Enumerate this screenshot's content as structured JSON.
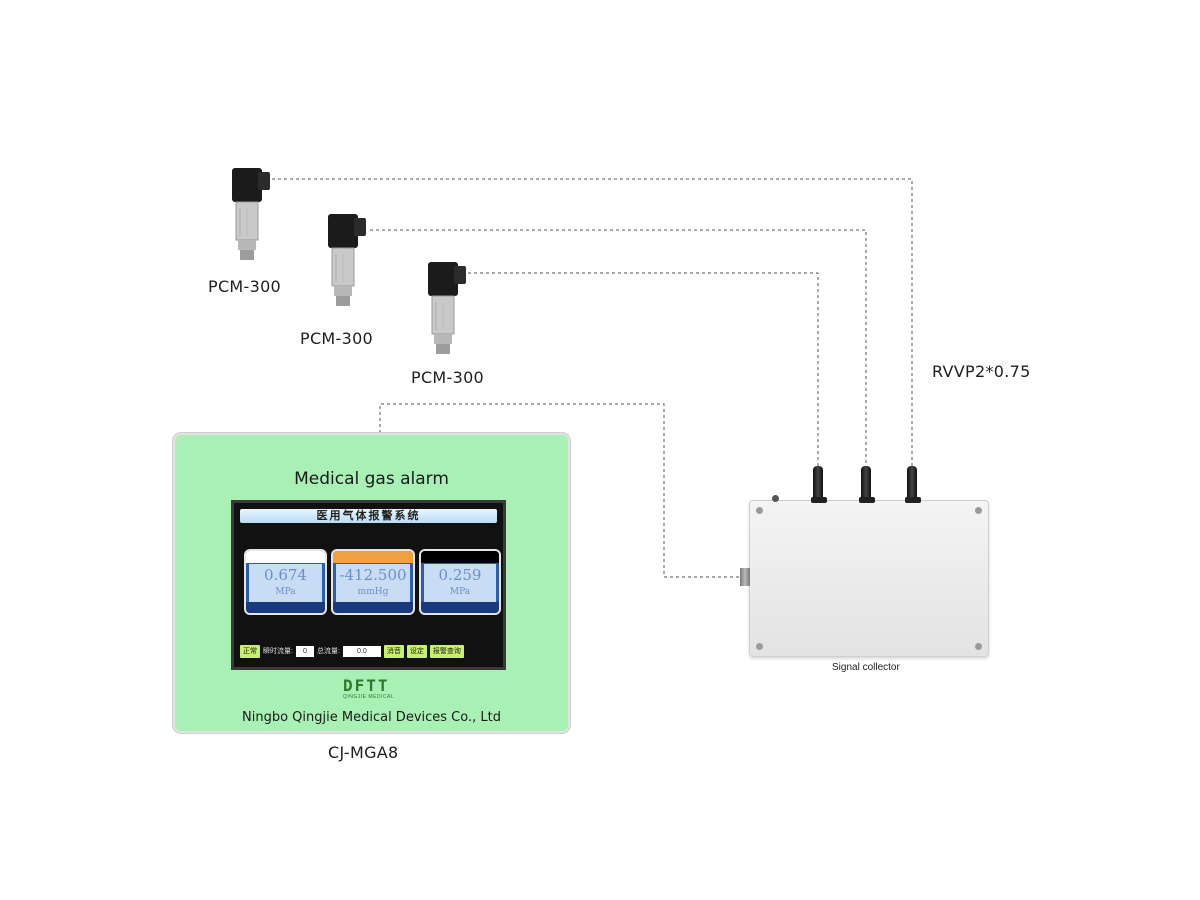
{
  "sensors": [
    {
      "label": "PCM-300"
    },
    {
      "label": "PCM-300"
    },
    {
      "label": "PCM-300"
    }
  ],
  "cable_label": "RVVP2*0.75",
  "alarm_panel": {
    "title": "Medical gas alarm",
    "screen": {
      "title": "医用气体报警系统",
      "gauges": [
        {
          "value": "0.674",
          "unit": "MPa",
          "head_color": "#ffffff",
          "foot_color": "#1a3a80"
        },
        {
          "value": "-412.500",
          "unit": "mmHg",
          "head_color": "#f0a040",
          "foot_color": "#1a3a80"
        },
        {
          "value": "0.259",
          "unit": "MPa",
          "head_color": "#000000",
          "foot_color": "#1a3a80"
        }
      ],
      "status_bar": {
        "normal_btn": "正常",
        "instant_flow_label": "瞬时流量:",
        "instant_flow_value": "0",
        "total_flow_label": "总流量:",
        "total_flow_value": "0.0",
        "mute_btn": "消音",
        "set_btn": "设定",
        "alarm_query_btn": "报警查询"
      }
    },
    "logo": {
      "mark": "DFTT",
      "sub": "QINGJIE MEDICAL"
    },
    "company": "Ningbo Qingjie Medical Devices Co., Ltd",
    "model": "CJ-MGA8"
  },
  "collector": {
    "label": "Signal collector"
  }
}
